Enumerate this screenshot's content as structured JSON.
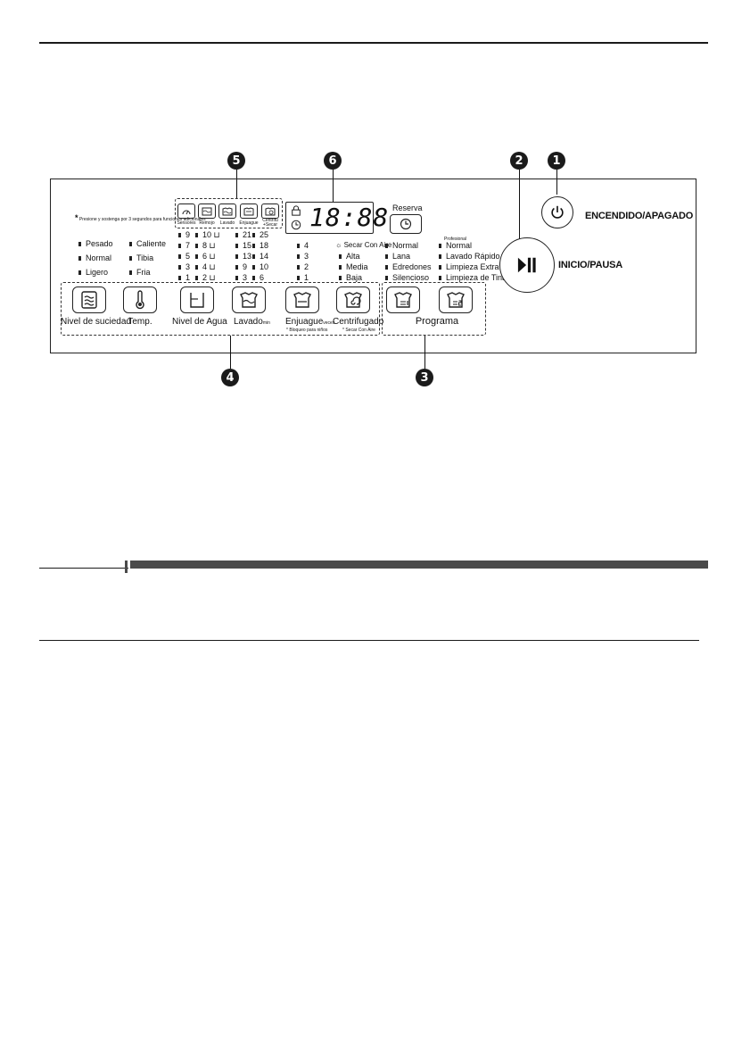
{
  "callouts": {
    "c1": "1",
    "c2": "2",
    "c3": "3",
    "c4": "4",
    "c5": "5",
    "c6": "6"
  },
  "panel": {
    "note": "Presione y sostenga por 3 segundos para funciones adicionales",
    "note_star": "*",
    "options": [
      {
        "label": "Sensores",
        "icon": "sensor-icon"
      },
      {
        "label": "Remojo",
        "icon": "soak-icon"
      },
      {
        "label": "Lavado",
        "icon": "wash-icon"
      },
      {
        "label": "Enjuague",
        "icon": "rinse-icon"
      },
      {
        "label": "Centrifu +Secar",
        "icon": "spin-icon"
      }
    ],
    "display": {
      "digits": "18:88"
    },
    "reserva": {
      "label": "Reserva"
    },
    "soil_levels": [
      "Pesado",
      "Normal",
      "Ligero"
    ],
    "temps": [
      "Caliente",
      "Tibia",
      "Fria"
    ],
    "water_col1": [
      "9",
      "7",
      "5",
      "3",
      "1"
    ],
    "water_col2": [
      "10",
      "8",
      "6",
      "4",
      "2"
    ],
    "wash_col1": [
      "21",
      "15",
      "13",
      "9",
      "3"
    ],
    "wash_col2": [
      "25",
      "18",
      "14",
      "10",
      "6"
    ],
    "rinse": [
      "4",
      "3",
      "2",
      "1"
    ],
    "spin": [
      "Secar Con Aire",
      "Alta",
      "Media",
      "Baja"
    ],
    "program_col1": [
      "Normal",
      "Lana",
      "Edredones",
      "Silencioso"
    ],
    "program_col2_top": "Profesional",
    "program_col2": [
      "Normal",
      "Lavado Rápido",
      "Limpieza Extra",
      "Limpieza de Tina"
    ],
    "buttons": [
      {
        "label": "Nivel de suciedad",
        "icon": "soil-level-icon"
      },
      {
        "label": "Temp.",
        "icon": "thermometer-icon"
      },
      {
        "label": "Nivel de Agua",
        "icon": "water-level-icon"
      },
      {
        "label": "Lavado",
        "sub": "min",
        "icon": "wash-icon"
      },
      {
        "label": "Enjuague",
        "sub": "veces",
        "icon": "rinse-icon"
      },
      {
        "label": "Centrifugado",
        "icon": "spin-icon"
      }
    ],
    "rinse_note": "* Bloqueo para niños",
    "spin_note": "* Secar Con Aire",
    "program_buttons": [
      {
        "icon": "program-1-icon"
      },
      {
        "icon": "program-2-icon"
      }
    ],
    "program_label": "Programa"
  },
  "controls": {
    "start_pause": "INICIO/PAUSA",
    "power": "ENCENDIDO/APAGADO"
  }
}
